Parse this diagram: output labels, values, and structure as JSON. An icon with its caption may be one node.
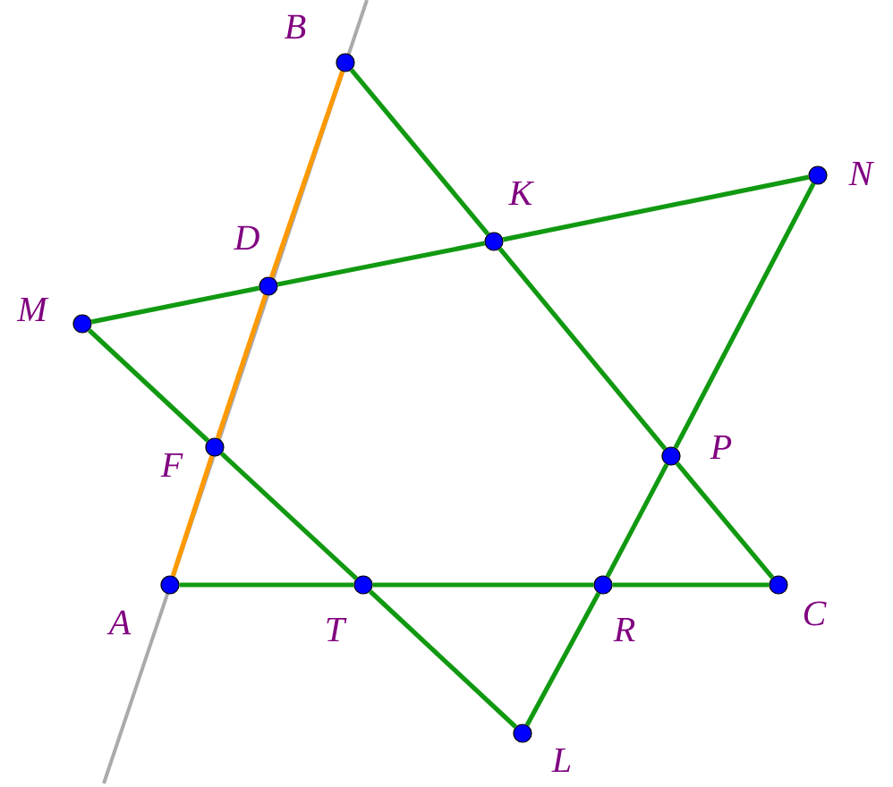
{
  "diagram": {
    "nodes": [
      {
        "text": [],
        "shape": "circle",
        "beside": [
          "B"
        ]
      },
      {
        "text": [],
        "shape": "circle",
        "beside": [
          "N"
        ]
      },
      {
        "text": [],
        "shape": "circle",
        "beside": [
          "K"
        ]
      },
      {
        "text": [],
        "shape": "circle",
        "beside": [
          "D"
        ]
      },
      {
        "text": [],
        "shape": "circle",
        "beside": [
          "M"
        ]
      },
      {
        "text": [],
        "shape": "circle",
        "beside": [
          "F"
        ]
      },
      {
        "text": [],
        "shape": "circle",
        "beside": [
          "P"
        ]
      },
      {
        "text": [],
        "shape": "circle",
        "beside": [
          "A"
        ]
      },
      {
        "text": [],
        "shape": "circle",
        "beside": [
          "T"
        ]
      },
      {
        "text": [],
        "shape": "circle",
        "beside": [
          "R"
        ]
      },
      {
        "text": [],
        "shape": "circle",
        "beside": [
          "C"
        ]
      },
      {
        "text": [],
        "shape": "circle",
        "beside": [
          "L"
        ]
      }
    ],
    "edges": [
      {
        "from": 0,
        "to": 2,
        "arrow": "none"
      },
      {
        "from": 2,
        "to": 6,
        "arrow": "none"
      },
      {
        "from": 6,
        "to": 10,
        "arrow": "none"
      },
      {
        "from": 4,
        "to": 3,
        "arrow": "none"
      },
      {
        "from": 3,
        "to": 2,
        "arrow": "none"
      },
      {
        "from": 2,
        "to": 1,
        "arrow": "none"
      },
      {
        "from": 4,
        "to": 5,
        "arrow": "none"
      },
      {
        "from": 5,
        "to": 8,
        "arrow": "none"
      },
      {
        "from": 8,
        "to": 11,
        "arrow": "none"
      },
      {
        "from": 7,
        "to": 8,
        "arrow": "none"
      },
      {
        "from": 8,
        "to": 9,
        "arrow": "none"
      },
      {
        "from": 9,
        "to": 10,
        "arrow": "none"
      },
      {
        "from": 1,
        "to": 6,
        "arrow": "none"
      },
      {
        "from": 6,
        "to": 9,
        "arrow": "none"
      },
      {
        "from": 9,
        "to": 11,
        "arrow": "none"
      },
      {
        "from": 7,
        "to": 5,
        "arrow": "none",
        "color": "#ff9900"
      },
      {
        "from": 5,
        "to": 3,
        "arrow": "none",
        "color": "#ff9900"
      },
      {
        "from": 3,
        "to": 0,
        "arrow": "none",
        "color": "#ff9900"
      }
    ]
  }
}
